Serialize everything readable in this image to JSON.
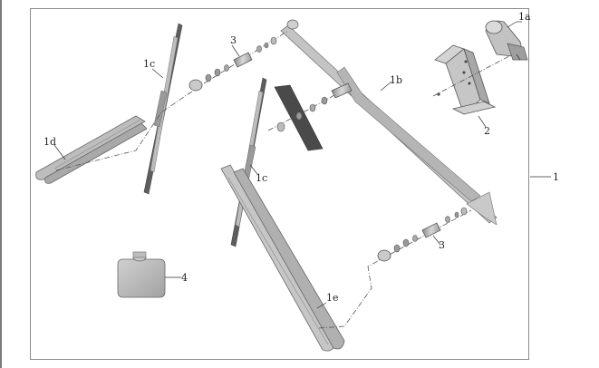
{
  "diagram": {
    "callouts": {
      "assembly": "1",
      "motor": "1a",
      "linkage": "1b",
      "blade_upper": "1c",
      "blade_lower": "1c",
      "arm_left": "1d",
      "arm_lower": "1e",
      "bracket": "2",
      "bushing_upper": "3",
      "bushing_lower": "3",
      "reservoir": "4"
    },
    "colors": {
      "line": "#555555",
      "part_fill": "#b9b9b9",
      "part_light": "#d6d6d6",
      "part_dark": "#6e6e6e",
      "frame": "#8a8a8a"
    }
  }
}
